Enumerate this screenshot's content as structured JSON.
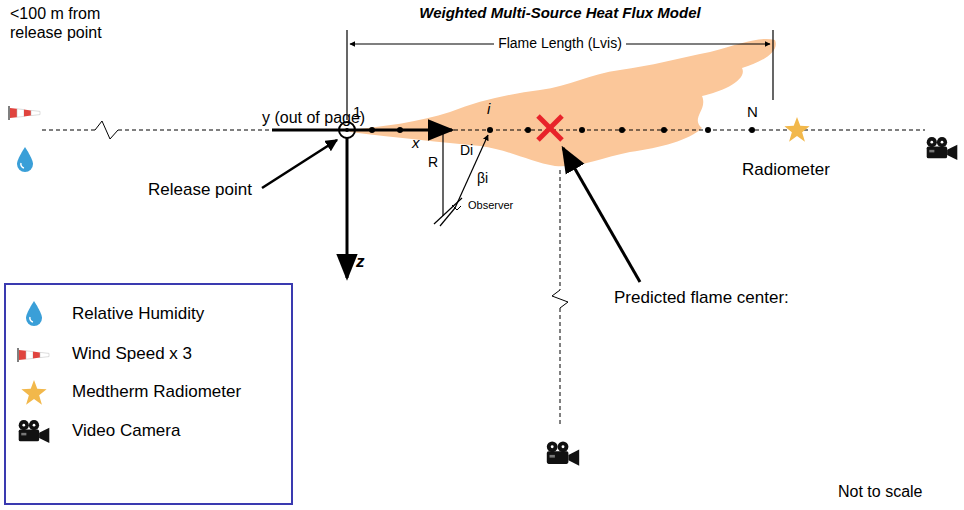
{
  "diagram": {
    "title": "Weighted Multi-Source Heat Flux Model",
    "labels": [
      "<100 m from release point",
      "Flame Length (Lvis)",
      "y (out of page)",
      "1",
      "i",
      "N",
      "x",
      "R",
      "Di",
      "βi",
      "Observer",
      "Release point",
      "z",
      "Radiometer",
      "Predicted flame center:",
      "Not to scale"
    ],
    "legend": [
      {
        "text": "Relative Humidity"
      },
      {
        "text": "Wind Speed x 3"
      },
      {
        "text": "Medtherm Radiometer"
      },
      {
        "text": "Video Camera"
      }
    ]
  }
}
